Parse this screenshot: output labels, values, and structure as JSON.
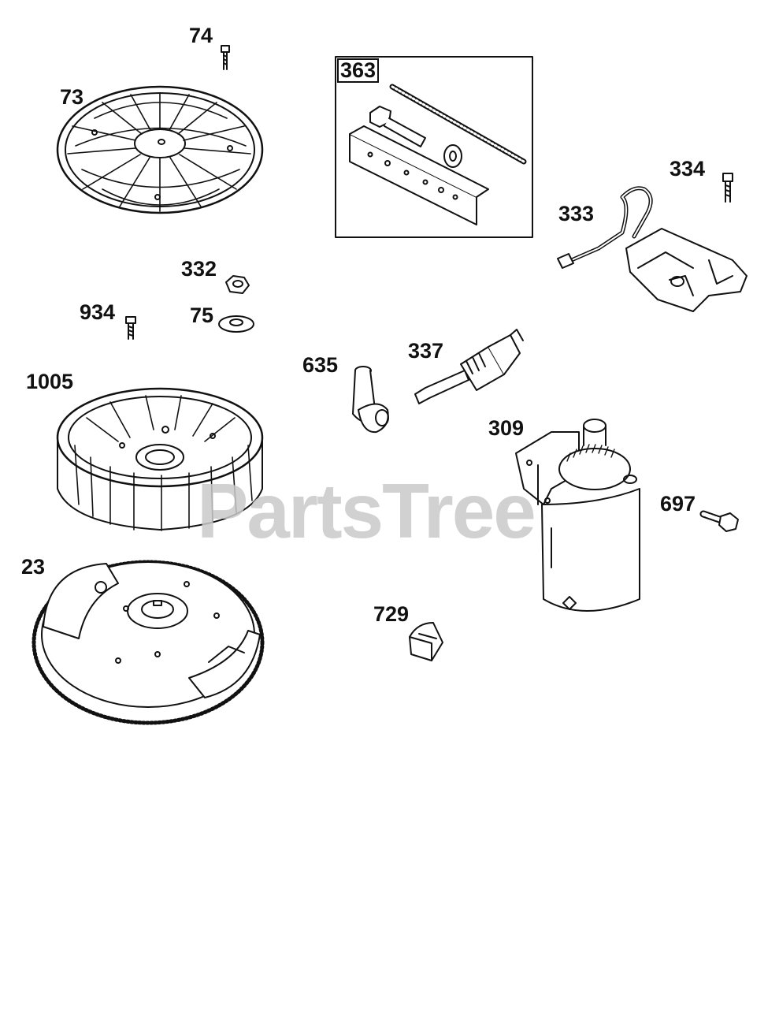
{
  "watermark": "PartsTree",
  "callouts": [
    {
      "id": "74",
      "text": "74"
    },
    {
      "id": "73",
      "text": "73"
    },
    {
      "id": "363",
      "text": "363"
    },
    {
      "id": "334",
      "text": "334"
    },
    {
      "id": "333",
      "text": "333"
    },
    {
      "id": "332",
      "text": "332"
    },
    {
      "id": "934",
      "text": "934"
    },
    {
      "id": "75",
      "text": "75"
    },
    {
      "id": "635",
      "text": "635"
    },
    {
      "id": "337",
      "text": "337"
    },
    {
      "id": "1005",
      "text": "1005"
    },
    {
      "id": "309",
      "text": "309"
    },
    {
      "id": "697",
      "text": "697"
    },
    {
      "id": "23",
      "text": "23"
    },
    {
      "id": "729",
      "text": "729"
    }
  ]
}
